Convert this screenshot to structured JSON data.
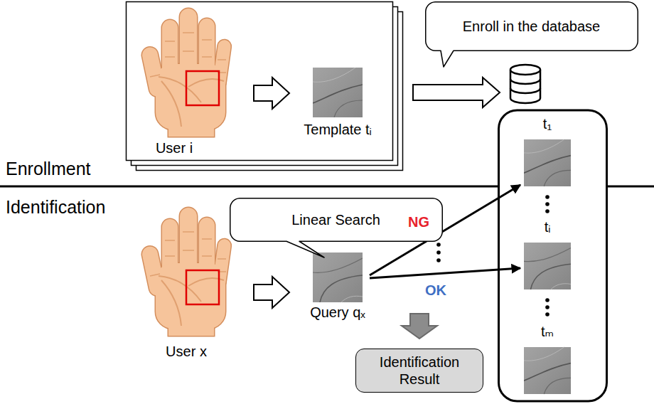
{
  "diagram": {
    "nodes": [
      {
        "text": [
          "User i",
          "Template tᵢ"
        ]
      },
      {
        "text": [
          "Enroll in the database"
        ]
      },
      {
        "text": []
      },
      {
        "text": [
          "t₁"
        ],
        "in": 2
      },
      {
        "text": [
          "tᵢ"
        ],
        "in": 2
      },
      {
        "text": [
          "tₘ"
        ],
        "in": 2
      },
      {
        "text": [
          "Linear Search"
        ]
      },
      {
        "text": [
          "Query qₓ"
        ]
      },
      {
        "text": [
          "Identification Result"
        ]
      }
    ],
    "edges": [
      {
        "from": 0,
        "to": 2,
        "arrow": "to"
      },
      {
        "from": 7,
        "to": 3,
        "arrow": "to",
        "label": "NG"
      },
      {
        "from": 7,
        "to": 4,
        "arrow": "to",
        "label": "OK"
      },
      {
        "from": 7,
        "to": 8,
        "arrow": "to"
      }
    ],
    "labels": [
      "Enrollment",
      "Identification",
      "User x"
    ]
  }
}
